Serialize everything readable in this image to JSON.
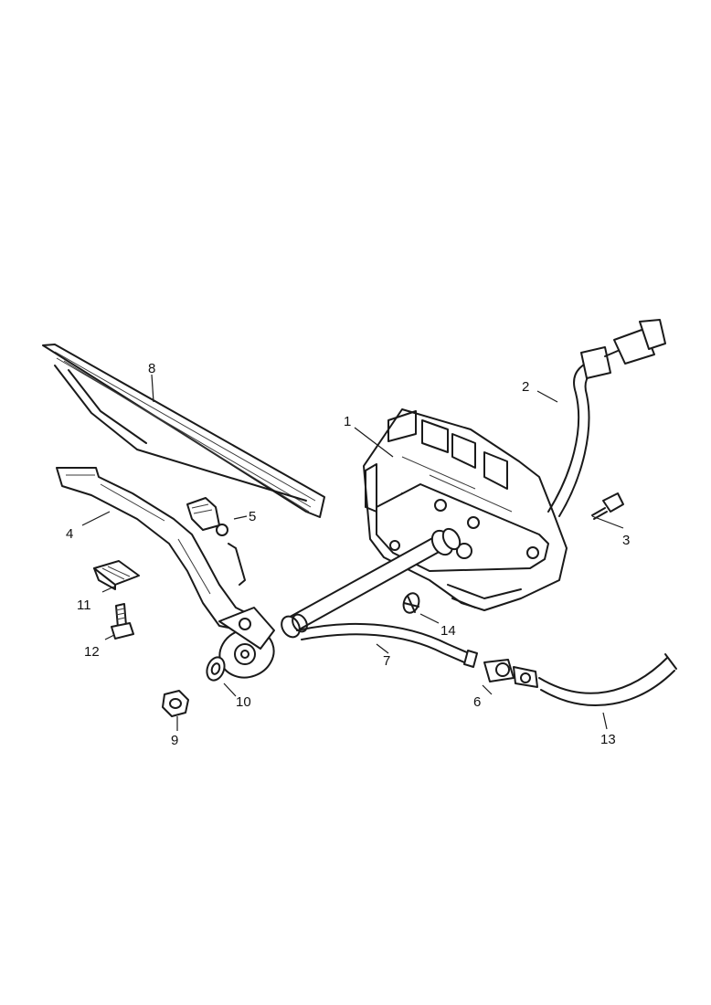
{
  "diagram": {
    "type": "exploded-parts-view",
    "callouts": {
      "c1": "1",
      "c2": "2",
      "c3": "3",
      "c4": "4",
      "c5a": "5",
      "c6": "6",
      "c7": "7",
      "c8": "8",
      "c9": "9",
      "c10": "10",
      "c11": "11",
      "c12": "12",
      "c13": "13",
      "c14": "14"
    }
  }
}
